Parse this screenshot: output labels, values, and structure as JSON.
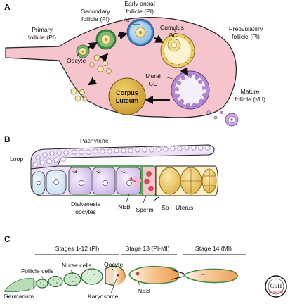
{
  "panels": {
    "a": "A",
    "b": "B",
    "c": "C"
  },
  "panel_a": {
    "primary": [
      "Primary",
      "follicle (PI)"
    ],
    "secondary": [
      "Secondary",
      "follicle (PI)"
    ],
    "early_antral": [
      "Early antral",
      "follicle (PI)"
    ],
    "at": "At",
    "cumulus": "Cumulus",
    "gc": "GC",
    "preovulatory": [
      "Preovulatory",
      "follicle (PI)"
    ],
    "oocyte": "Oocyte",
    "mural_gc": [
      "Mural",
      "GC"
    ],
    "corpus_luteum": [
      "Corpus",
      "Luteum"
    ],
    "mature": [
      "Mature",
      "follicle (MII)"
    ]
  },
  "panel_b": {
    "pachytene": "Pachytene",
    "loop": "Loop",
    "positions": [
      "-3",
      "-2",
      "-1"
    ],
    "diakenesis": [
      "Diakenesis",
      "oocytes"
    ],
    "neb": "NEB",
    "sperm": "Sperm",
    "sp": "Sp",
    "uterus": "Uterus"
  },
  "panel_c": {
    "stage_headers": [
      "Stages 1-12 (PI)",
      "Stage 13 (PI-MI)",
      "Stage 14 (MI)"
    ],
    "follicle_cells": "Follicle cells",
    "nurse_cells": "Nurse cells",
    "oocyte": "Oocyte",
    "germarium": "Germarium",
    "karyosome": "Karyosome",
    "neb": "NEB"
  },
  "logo": {
    "text": "CSH",
    "ring_text": "PERSPECTIVES"
  },
  "colors": {
    "ovary_fill": "#f6c4cc",
    "follicle_green": "#5aa35a",
    "antrum_blue": "#9cc9ea",
    "oocyte_yellow": "#f4dc86",
    "corpus_gold": "#d4a838",
    "mature_purple": "#c9a6e4",
    "gonad_lavender": "#ece0f7",
    "sperm_red": "#d84a5a",
    "egg_orange": "#f4a35c"
  }
}
